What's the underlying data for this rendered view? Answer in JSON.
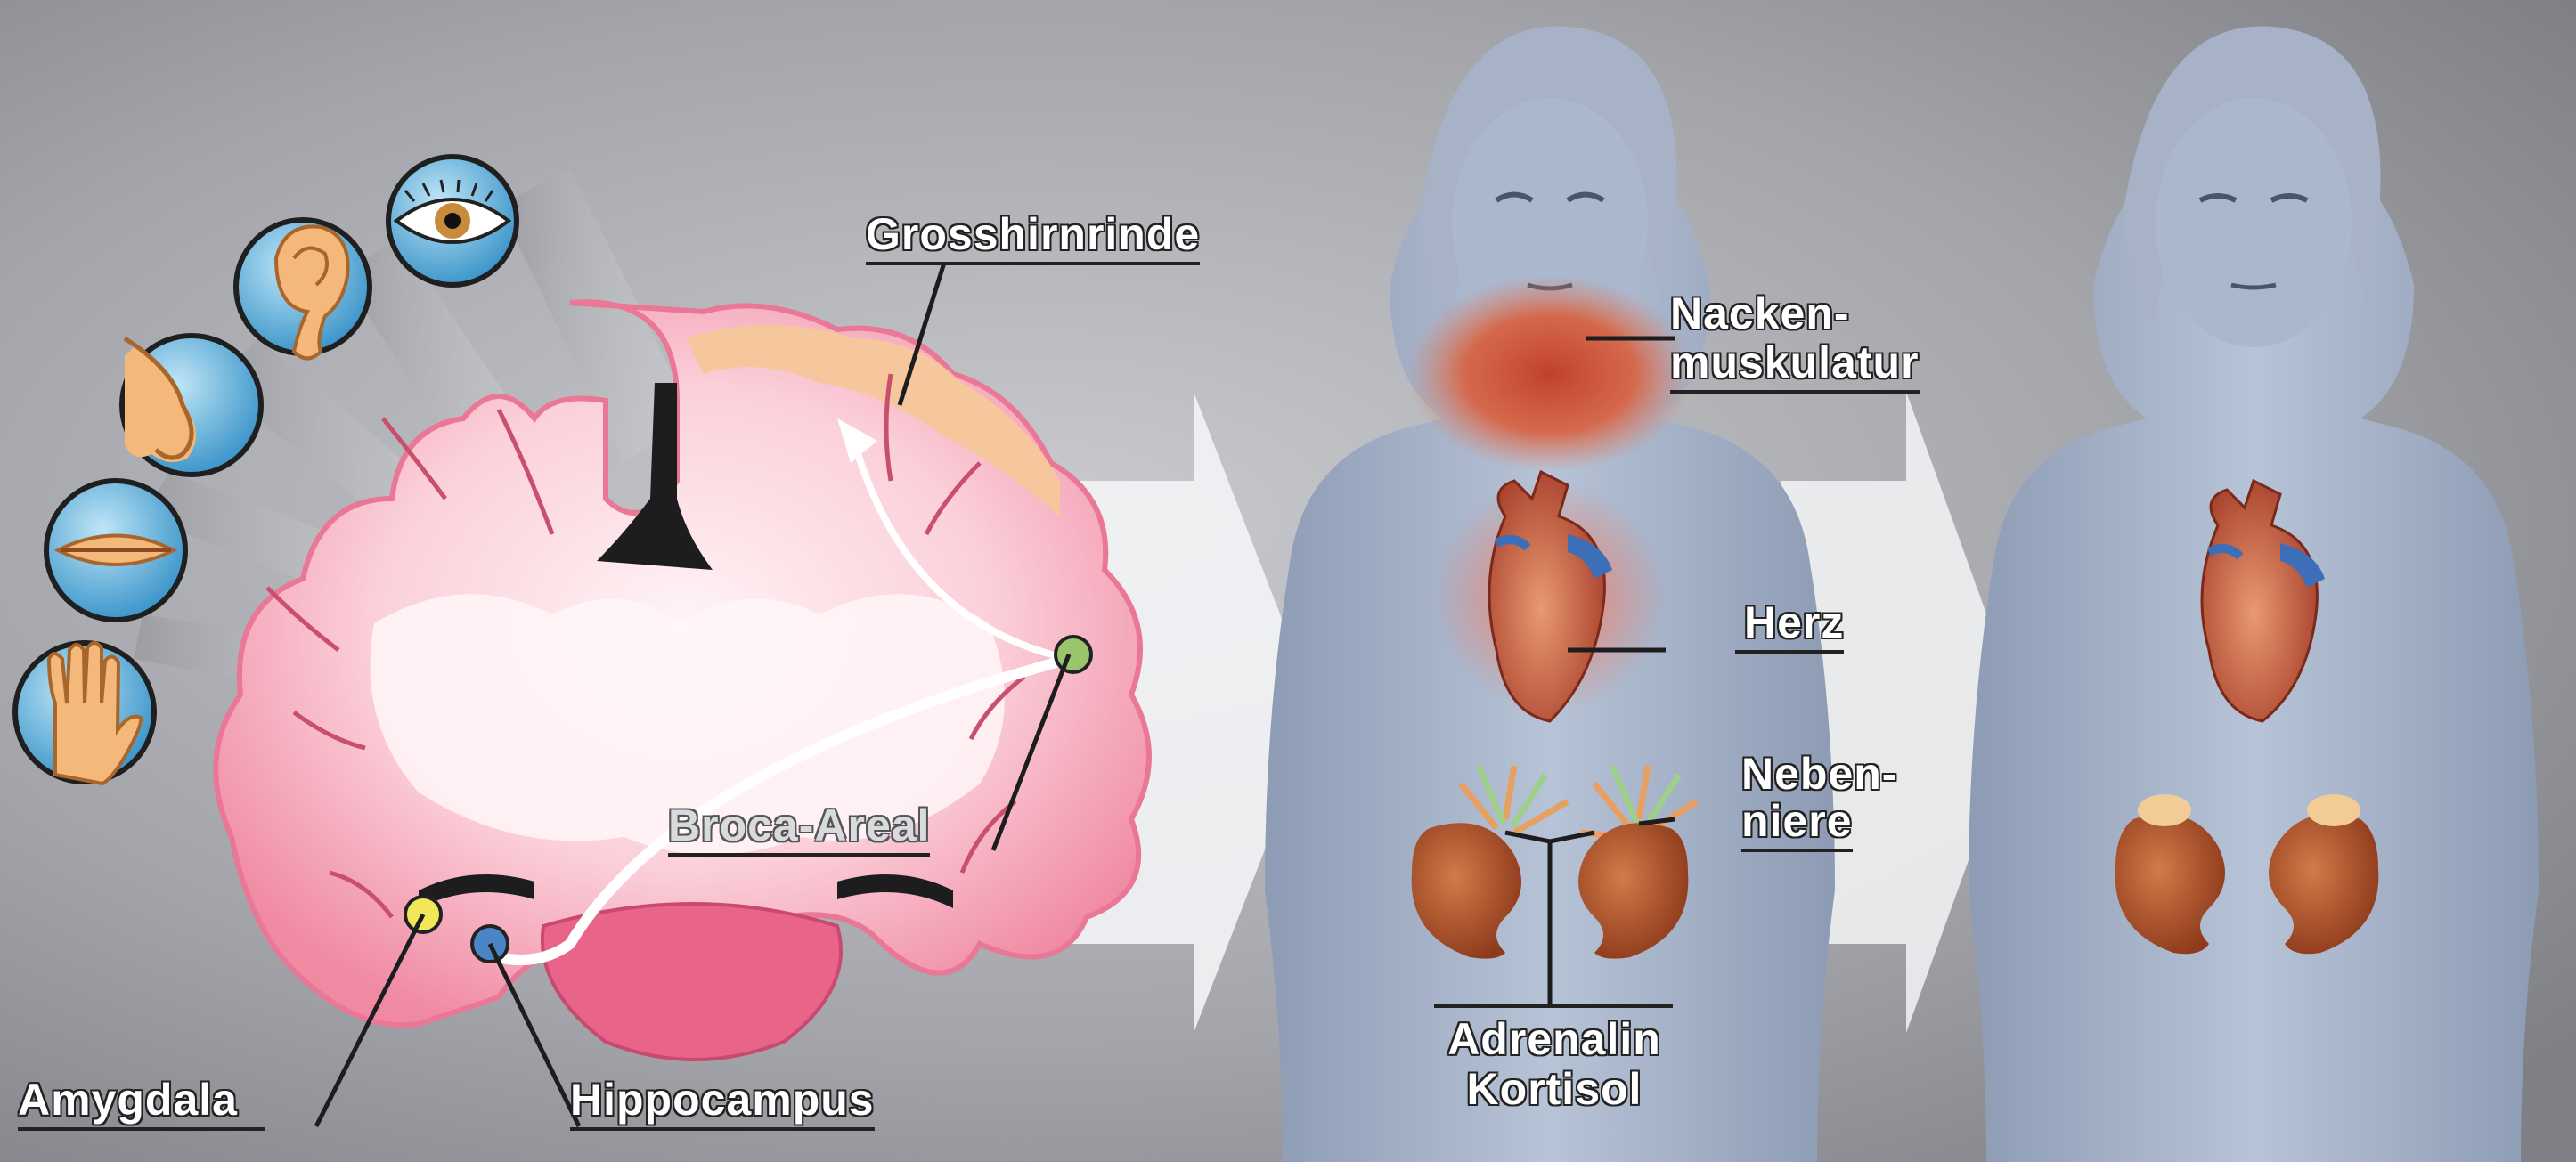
{
  "labels": {
    "grosshirnrinde": "Grosshirnrinde",
    "broca": "Broca-Areal",
    "amygdala": "Amygdala",
    "hippocampus": "Hippocampus",
    "nacken_line1": "Nacken-",
    "nacken_line2": "muskulatur",
    "herz": "Herz",
    "nebenniere_line1": "Neben-",
    "nebenniere_line2": "niere",
    "adrenalin": "Adrenalin",
    "kortisol": "Kortisol"
  },
  "senses": [
    "eye-icon",
    "ear-icon",
    "nose-icon",
    "mouth-icon",
    "hand-icon"
  ],
  "colors": {
    "background": "#8f9094",
    "brain_pink": "#f29ab0",
    "cortex_highlight": "#f6c79a",
    "body": "#a8b6cc",
    "stress_glow": "#e0503a",
    "kidney": "#b8582e",
    "amygdala_dot": "#f2e65a",
    "hippocampus_dot": "#4a86c6",
    "broca_dot": "#9cc46a",
    "sense_circle": "#6fb8e0"
  }
}
